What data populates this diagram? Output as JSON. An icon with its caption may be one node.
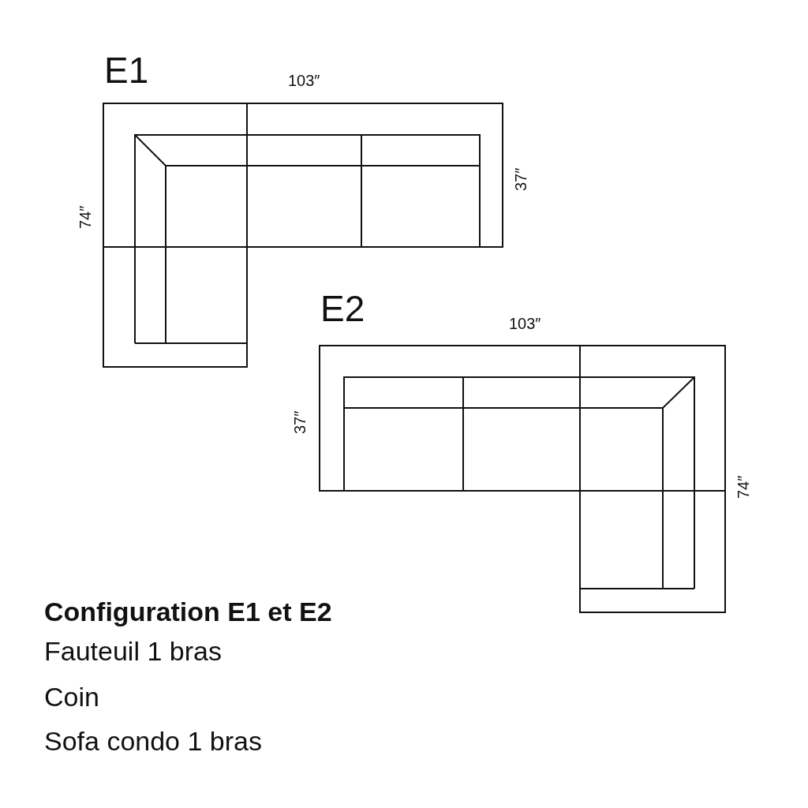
{
  "diagram": {
    "title": "Configuration E1 et E2",
    "labels": [
      "E1",
      "103″",
      "74″",
      "37″",
      "E2",
      "103″",
      "37″",
      "74″",
      "Fauteuil 1 bras",
      "Coin",
      "Sofa condo 1 bras"
    ]
  }
}
